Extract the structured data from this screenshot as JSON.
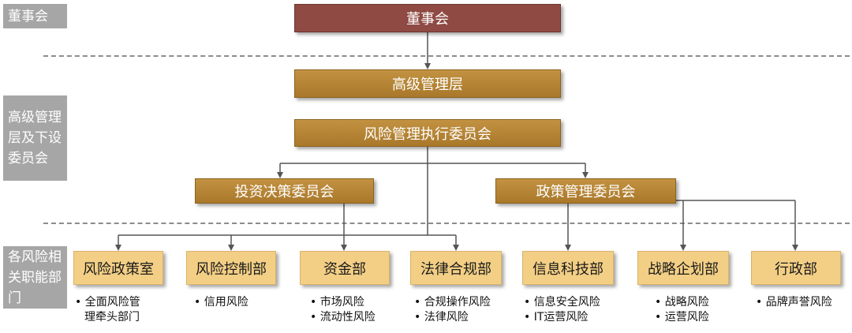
{
  "side_labels": {
    "board": "董事会",
    "mgmt": "高级管理层及下设委员会",
    "depts": "各风险相关职能部门"
  },
  "nodes": {
    "board": "董事会",
    "senior_mgmt": "高级管理层",
    "risk_exec": "风险管理执行委员会",
    "invest": "投资决策委员会",
    "policy": "政策管理委员会"
  },
  "departments": [
    {
      "name": "风险政策室",
      "items": [
        "全面风险管",
        "理牵头部门"
      ]
    },
    {
      "name": "风险控制部",
      "items": [
        "信用风险"
      ]
    },
    {
      "name": "资金部",
      "items": [
        "市场风险",
        "流动性风险"
      ]
    },
    {
      "name": "法律合规部",
      "items": [
        "合规操作风险",
        "法律风险"
      ]
    },
    {
      "name": "信息科技部",
      "items": [
        "信息安全风险",
        "IT运营风险"
      ]
    },
    {
      "name": "战略企划部",
      "items": [
        "战略风险",
        "运营风险"
      ]
    },
    {
      "name": "行政部",
      "items": [
        "品牌声誉风险"
      ]
    }
  ]
}
